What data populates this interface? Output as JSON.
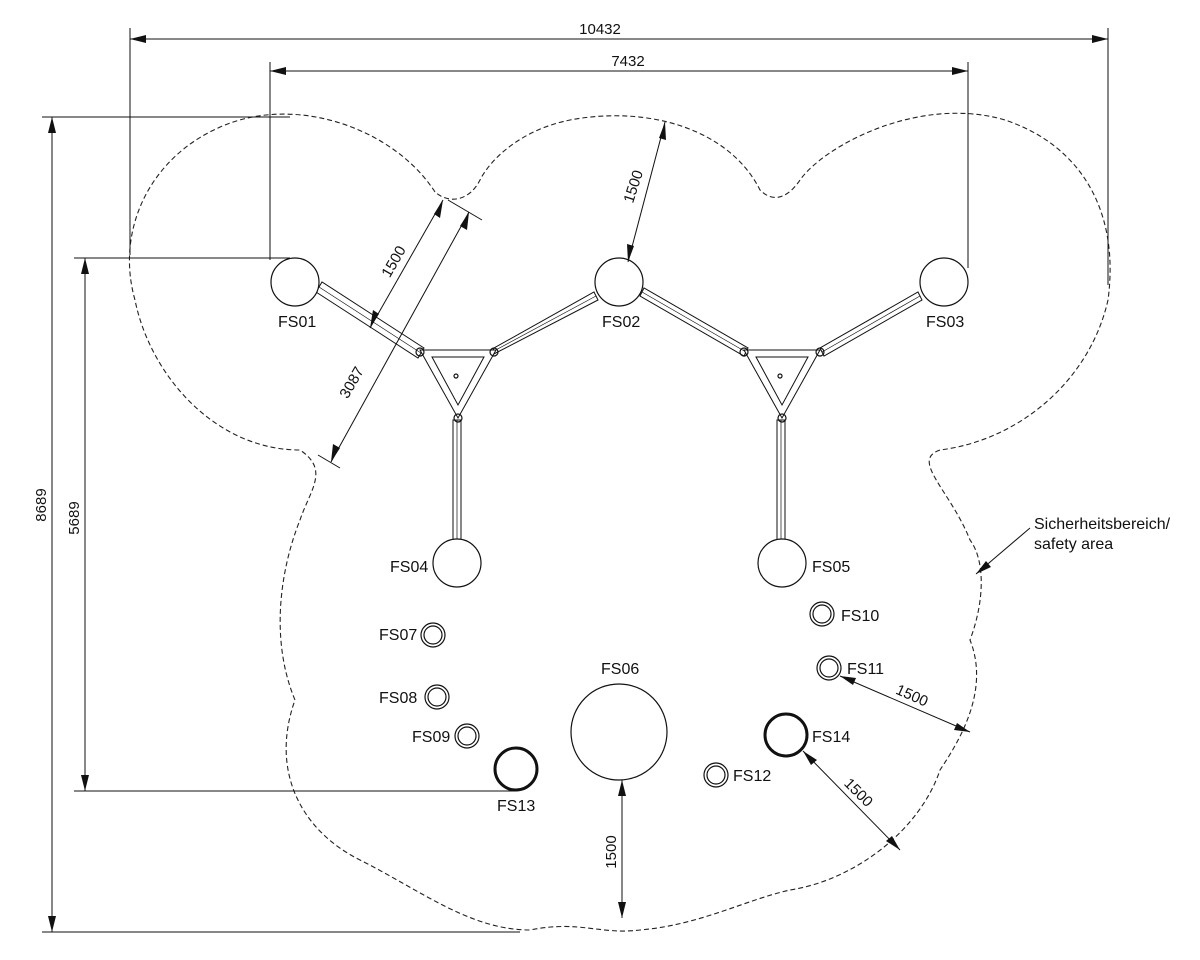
{
  "dimensions": {
    "overall_width": "10432",
    "post_span": "7432",
    "overall_height": "8689",
    "post_to_fs13": "5689",
    "fs01_clearance": "1500",
    "fs01_to_edge": "3087",
    "fs02_clearance": "1500",
    "fs11_clearance": "1500",
    "fs14_clearance": "1500",
    "fs06_clearance": "1500"
  },
  "posts": {
    "fs01": "FS01",
    "fs02": "FS02",
    "fs03": "FS03",
    "fs04": "FS04",
    "fs05": "FS05",
    "fs06": "FS06",
    "fs07": "FS07",
    "fs08": "FS08",
    "fs09": "FS09",
    "fs10": "FS10",
    "fs11": "FS11",
    "fs12": "FS12",
    "fs13": "FS13",
    "fs14": "FS14"
  },
  "safety_area": {
    "label_line1": "Sicherheitsbereich/",
    "label_line2": "safety area"
  }
}
